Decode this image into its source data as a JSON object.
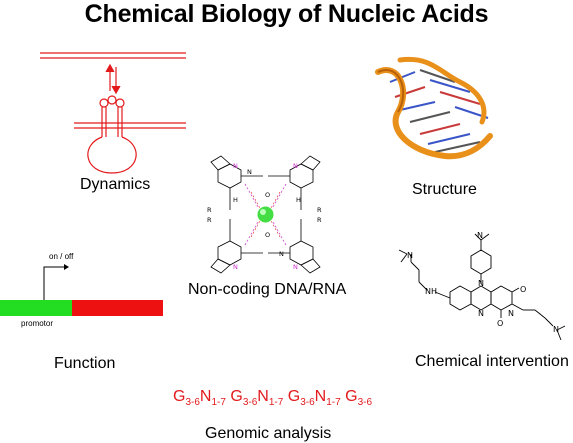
{
  "title": "Chemical Biology of Nucleic Acids",
  "labels": {
    "dynamics": "Dynamics",
    "structure": "Structure",
    "noncoding": "Non-coding DNA/RNA",
    "function": "Function",
    "intervention": "Chemical intervention",
    "genomic": "Genomic analysis"
  },
  "function_diagram": {
    "switch_label": "on / off",
    "promoter_label": "promotor",
    "colors": {
      "promoter": "#22dd22",
      "gene": "#ee1111"
    }
  },
  "motif": [
    {
      "g": "G",
      "gsub": "3-6",
      "n": "N",
      "nsub": "1-7"
    },
    {
      "g": "G",
      "gsub": "3-6",
      "n": "N",
      "nsub": "1-7"
    },
    {
      "g": "G",
      "gsub": "3-6",
      "n": "N",
      "nsub": "1-7"
    },
    {
      "g": "G",
      "gsub": "3-6",
      "n": "",
      "nsub": ""
    }
  ],
  "quadruplex_atoms": {
    "N": "N",
    "H": "H",
    "O": "O",
    "R": "R"
  },
  "drug_atoms": {
    "N": "N",
    "H": "H",
    "O": "O"
  },
  "colors": {
    "accent_red": "#e31a1c",
    "ion": "#44dd44",
    "ribbon": "#e8901a"
  }
}
